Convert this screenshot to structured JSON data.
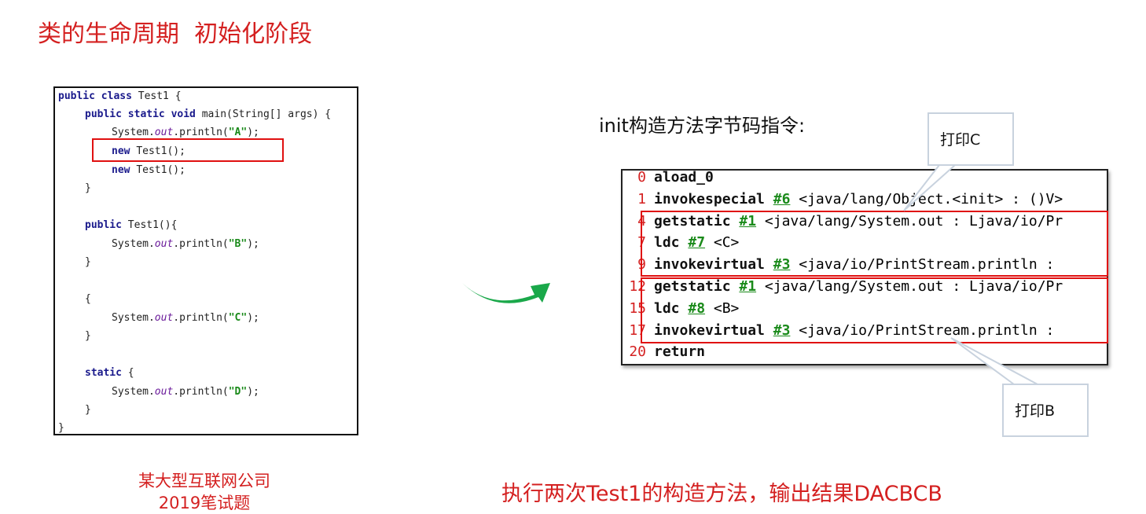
{
  "title": "类的生命周期  初始化阶段",
  "code": {
    "l1": [
      "public class ",
      "Test1 {"
    ],
    "l2": [
      "public static void ",
      "main(String[] args) {"
    ],
    "println_prefix": "System.",
    "out": "out",
    ".println(": ".println(",
    "A": "\"A\"",
    "B": "\"B\"",
    "C": "\"C\"",
    "D": "\"D\"",
    "end": ");",
    "new_kw": "new ",
    "new_rest": "Test1();",
    "close": "}",
    "ctor_kw": "public ",
    "ctor_rest": "Test1(){",
    "open": "{",
    "static_kw": "static ",
    "static_rest": "{"
  },
  "heading": "init构造方法字节码指令:",
  "bytecode": [
    {
      "n": "0",
      "op": "aload_0",
      "ref": "",
      "rest": ""
    },
    {
      "n": "1",
      "op": "invokespecial",
      "ref": "#6",
      "rest": " <java/lang/Object.<init> : ()V>"
    },
    {
      "n": "4",
      "op": "getstatic",
      "ref": "#1",
      "rest": " <java/lang/System.out : Ljava/io/Pr"
    },
    {
      "n": "7",
      "op": "ldc",
      "ref": "#7",
      "rest": " <C>"
    },
    {
      "n": "9",
      "op": "invokevirtual",
      "ref": "#3",
      "rest": " <java/io/PrintStream.println : "
    },
    {
      "n": "12",
      "op": "getstatic",
      "ref": "#1",
      "rest": " <java/lang/System.out : Ljava/io/Pr"
    },
    {
      "n": "15",
      "op": "ldc",
      "ref": "#8",
      "rest": " <B>"
    },
    {
      "n": "17",
      "op": "invokevirtual",
      "ref": "#3",
      "rest": " <java/io/PrintStream.println : "
    },
    {
      "n": "20",
      "op": "return",
      "ref": "",
      "rest": ""
    }
  ],
  "callout_c": "打印C",
  "callout_b": "打印B",
  "bottom_left": [
    "某大型互联网公司",
    "2019笔试题"
  ],
  "bottom_right": "执行两次Test1的构造方法，输出结果DACBCB",
  "colors": {
    "accent": "#d42020",
    "arrow": "#1aa84a"
  }
}
